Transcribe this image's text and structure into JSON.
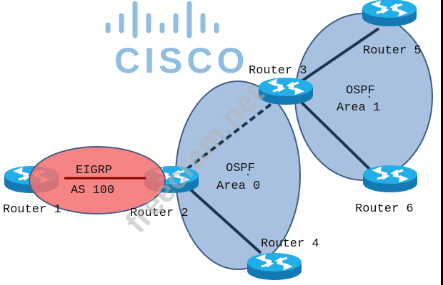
{
  "logo": {
    "text": "CISCO",
    "color": "#8fbde3"
  },
  "watermark": {
    "text": "freecram.net"
  },
  "colors": {
    "ospf_fill": "#a9c1e0",
    "ospf_stroke": "#3c5f86",
    "eigrp_fill": "#f57f7f",
    "eigrp_stroke": "#4a5c86",
    "link": "#1e3550",
    "eigrp_link": "#8b0000",
    "router_top": "#22aee8",
    "router_side": "#1479b3"
  },
  "areas": [
    {
      "id": "eigrp",
      "line1": "EIGRP",
      "line2": "AS 100"
    },
    {
      "id": "ospf0",
      "line1": "OSPF",
      "line2": "Area 0"
    },
    {
      "id": "ospf1",
      "line1": "OSPF",
      "line2": "Area 1"
    }
  ],
  "routers": [
    {
      "id": "r1",
      "label": "Router 1",
      "icon": "router-icon"
    },
    {
      "id": "r2",
      "label": "Router 2",
      "icon": "router-icon"
    },
    {
      "id": "r3",
      "label": "Router 3",
      "icon": "router-icon"
    },
    {
      "id": "r4",
      "label": "Router 4",
      "icon": "router-icon"
    },
    {
      "id": "r5",
      "label": "Router 5",
      "icon": "router-icon"
    },
    {
      "id": "r6",
      "label": "Router 6",
      "icon": "router-icon"
    }
  ],
  "links": [
    {
      "from": "Router 1",
      "to": "Router 2",
      "style": "solid",
      "protocol": "EIGRP"
    },
    {
      "from": "Router 2",
      "to": "Router 3",
      "style": "dashed",
      "protocol": "OSPF"
    },
    {
      "from": "Router 2",
      "to": "Router 4",
      "style": "solid",
      "protocol": "OSPF"
    },
    {
      "from": "Router 3",
      "to": "Router 5",
      "style": "solid",
      "protocol": "OSPF"
    },
    {
      "from": "Router 3",
      "to": "Router 6",
      "style": "solid",
      "protocol": "OSPF"
    }
  ]
}
